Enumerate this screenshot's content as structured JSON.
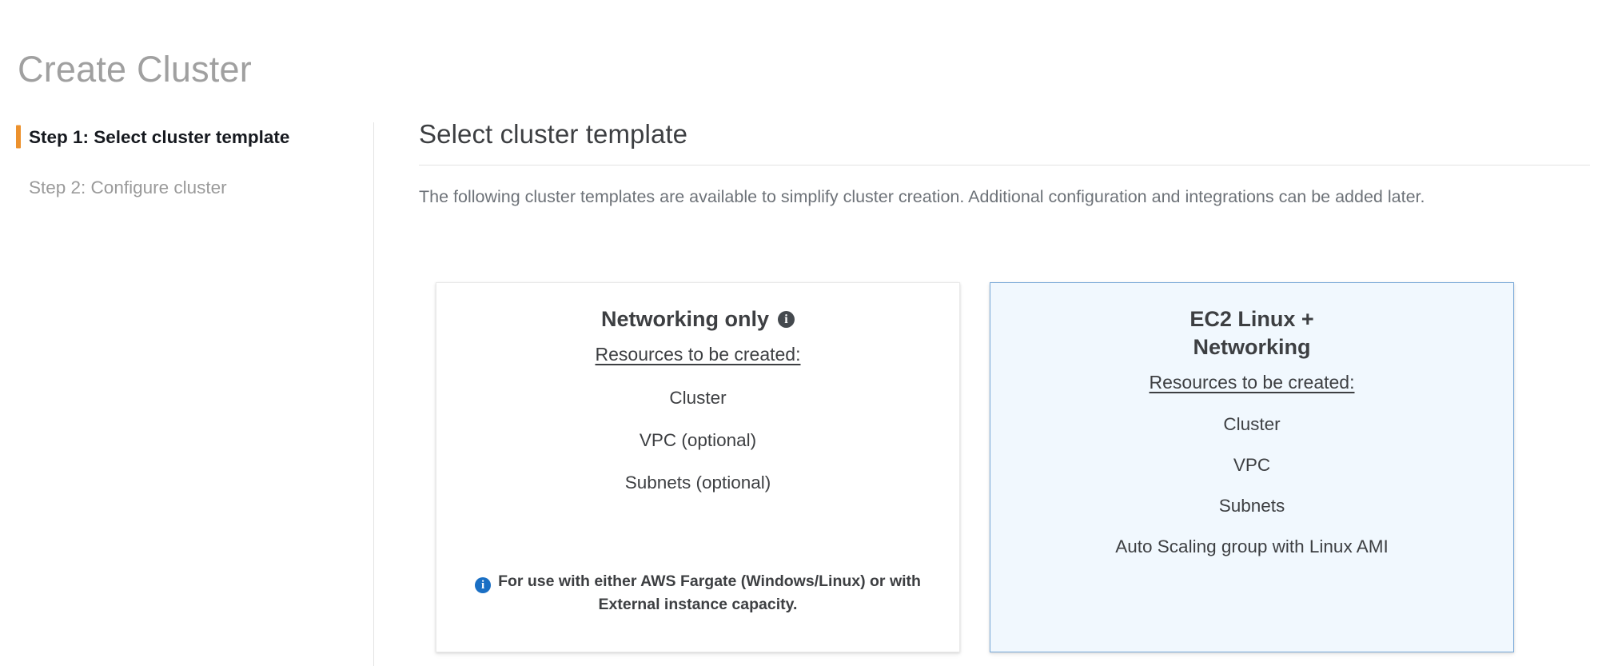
{
  "page": {
    "title": "Create Cluster"
  },
  "wizard": {
    "steps": [
      {
        "label": "Step 1: Select cluster template",
        "state": "active"
      },
      {
        "label": "Step 2: Configure cluster",
        "state": "inactive"
      }
    ]
  },
  "main": {
    "section_title": "Select cluster template",
    "description": "The following cluster templates are available to simplify cluster creation. Additional configuration and integrations can be added later.",
    "cards": [
      {
        "title": "Networking only",
        "title_icon": "info-icon",
        "resources_heading": "Resources to be created:",
        "resources": [
          "Cluster",
          "VPC (optional)",
          "Subnets (optional)"
        ],
        "footnote_icon": "info-icon",
        "footnote": "For use with either AWS Fargate (Windows/Linux) or with External instance capacity.",
        "selected": false
      },
      {
        "title_line_1": "EC2 Linux +",
        "title_line_2": "Networking",
        "resources_heading": "Resources to be created:",
        "resources": [
          "Cluster",
          "VPC",
          "Subnets",
          "Auto Scaling group with Linux AMI"
        ],
        "selected": true
      }
    ]
  },
  "colors": {
    "accent_orange": "#ec912d",
    "selected_card_bg": "#f1f8fe",
    "selected_card_border": "#79a9d8",
    "info_blue": "#1a6fc4",
    "title_gray": "#a0a0a0",
    "text_dark": "#3d3f42",
    "text_muted": "#6d7278"
  },
  "icons": {
    "info_glyph": "i"
  }
}
